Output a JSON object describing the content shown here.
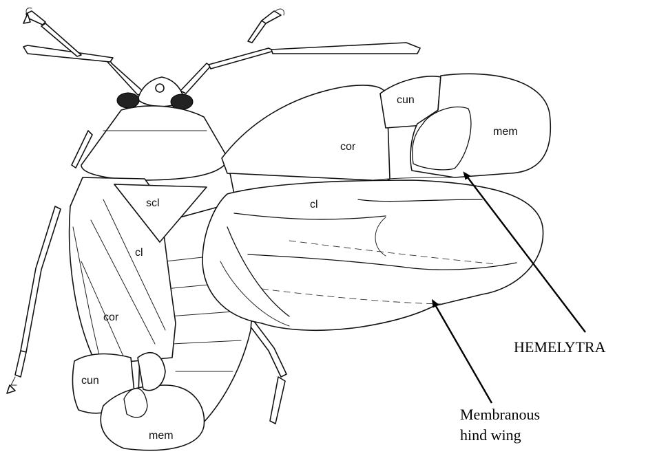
{
  "figure": {
    "labels": {
      "cun_hemelytron": "cun",
      "mem_hemelytron": "mem",
      "cor_hemelytron": "cor",
      "cl_hemelytron": "cl",
      "scl": "scl",
      "cl_left": "cl",
      "cor_left": "cor",
      "cun_left": "cun",
      "mem_left": "mem"
    },
    "callouts": {
      "hemelytra": "HEMELYTRA",
      "hind_wing_line1": "Membranous",
      "hind_wing_line2": "hind wing"
    }
  }
}
